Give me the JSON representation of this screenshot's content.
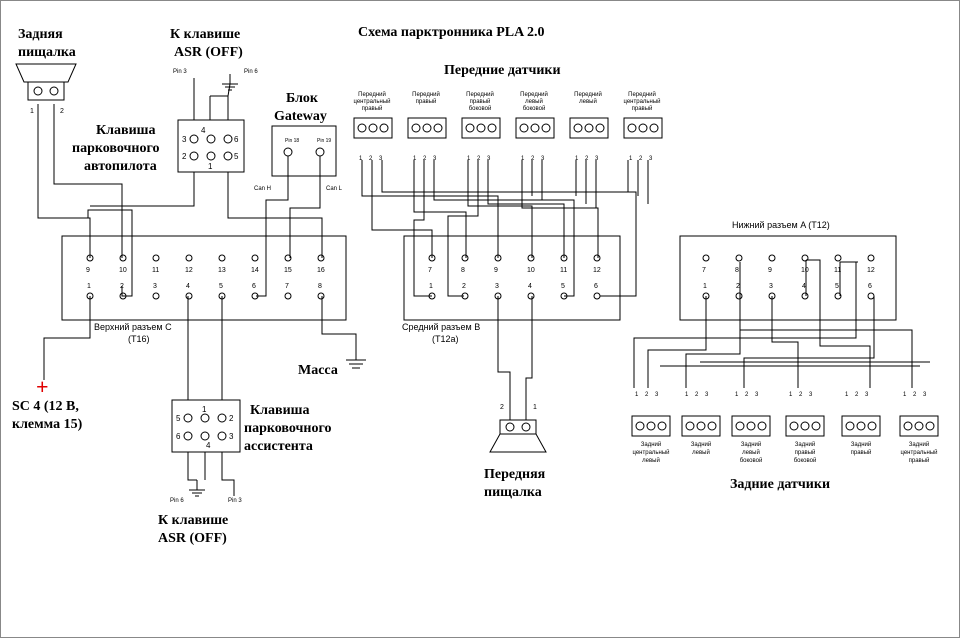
{
  "title": "Схема парктронника PLA 2.0",
  "labels": {
    "rear_buzzer": [
      "Задняя",
      "пищалка"
    ],
    "asr_top": [
      "К клавише",
      "ASR (OFF)"
    ],
    "asr_bottom": [
      "К клавише",
      "ASR (OFF)"
    ],
    "gateway": [
      "Блок",
      "Gateway"
    ],
    "park_key": [
      "Клавиша",
      "парковочного",
      "автопилота"
    ],
    "assist_key": [
      "Клавиша",
      "парковочного",
      "ассистента"
    ],
    "front_sensors": "Передние датчики",
    "rear_sensors": "Задние датчики",
    "front_buzzer": [
      "Передняя",
      "пищалка"
    ],
    "ground": "Масса",
    "sc4": [
      "SC 4 (12 В,",
      "клемма 15)"
    ],
    "plus": "+",
    "conn_c": [
      "Верхний разъем C",
      "(T16)"
    ],
    "conn_b": [
      "Средний разъем B",
      "(T12a)"
    ],
    "conn_a": "Нижний разъем A (T12)",
    "pin3": "Pin 3",
    "pin6": "Pin 6",
    "pin18": "Pin 18",
    "pin19": "Pin 19",
    "can_h": "Can H",
    "can_l": "Can L"
  },
  "front_sensor_names": [
    [
      "Передний",
      "центральный",
      "правый"
    ],
    [
      "Передний",
      "правый"
    ],
    [
      "Передний",
      "правый",
      "боковой"
    ],
    [
      "Передний",
      "левый",
      "боковой"
    ],
    [
      "Передний",
      "левый"
    ],
    [
      "Передний",
      "центральный",
      "правый"
    ]
  ],
  "rear_sensor_names": [
    [
      "Задний",
      "центральный",
      "левый"
    ],
    [
      "Задний",
      "левый"
    ],
    [
      "Задний",
      "левый",
      "боковой"
    ],
    [
      "Задний",
      "правый",
      "боковой"
    ],
    [
      "Задний",
      "правый"
    ],
    [
      "Задний",
      "центральный",
      "правый"
    ]
  ],
  "conn_c_top": [
    "9",
    "10",
    "11",
    "12",
    "13",
    "14",
    "15",
    "16"
  ],
  "conn_c_bottom": [
    "1",
    "2",
    "3",
    "4",
    "5",
    "6",
    "7",
    "8"
  ],
  "conn_b_top": [
    "7",
    "8",
    "9",
    "10",
    "11",
    "12"
  ],
  "conn_b_bottom": [
    "1",
    "2",
    "3",
    "4",
    "5",
    "6"
  ],
  "conn_a_top": [
    "7",
    "8",
    "9",
    "10",
    "11",
    "12"
  ],
  "conn_a_bottom": [
    "1",
    "2",
    "3",
    "4",
    "5",
    "6"
  ],
  "key_pins_left": [
    "3",
    "2"
  ],
  "key_pins_mid": [
    "4",
    "1"
  ],
  "key_pins_right": [
    "6",
    "5"
  ],
  "assist_pins_left": [
    "5",
    "6"
  ],
  "assist_pins_mid": [
    "1",
    "4"
  ],
  "assist_pins_right": [
    "2",
    "3"
  ],
  "sensor_pins": [
    "1",
    "2",
    "3"
  ],
  "buzzer_pins": [
    "1",
    "2"
  ],
  "front_buzzer_pins": [
    "2",
    "1"
  ]
}
